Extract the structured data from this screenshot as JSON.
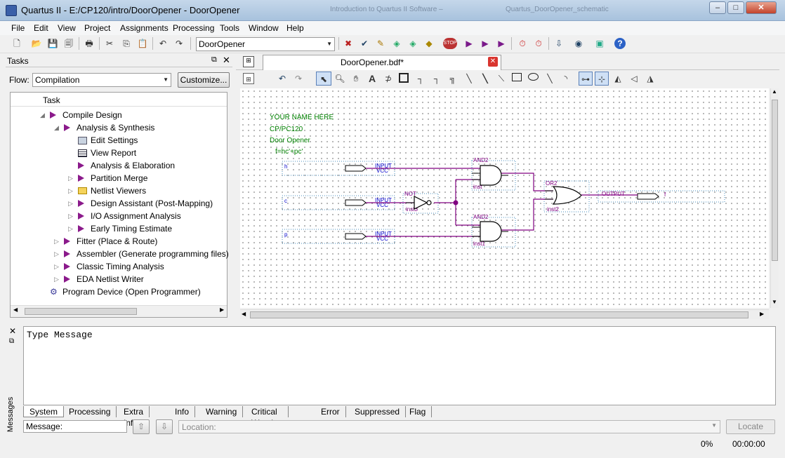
{
  "window": {
    "title": "Quartus II - E:/CP120/intro/DoorOpener - DoorOpener",
    "ghost_tab_1": "Introduction to Quartus II Software –",
    "ghost_tab_2": "Quartus_DoorOpener_schematic",
    "minimize": "–",
    "maximize": "□",
    "close": "✕"
  },
  "menu": [
    "File",
    "Edit",
    "View",
    "Project",
    "Assignments",
    "Processing",
    "Tools",
    "Window",
    "Help"
  ],
  "toolbar": {
    "project_combo": "DoorOpener",
    "icons": [
      "new-icon",
      "open-icon",
      "save-icon",
      "save-all-icon",
      "print-icon",
      "cut-icon",
      "copy-icon",
      "paste-icon",
      "undo-icon",
      "redo-icon",
      "pin-planner-icon",
      "assignment-editor-icon",
      "settings-icon",
      "chip-planner-icon",
      "compile-check-icon",
      "analyze-icon",
      "stop-icon",
      "start-compilation-icon",
      "start-analysis-icon",
      "start-timing-icon",
      "timing-analyzer-icon",
      "power-analyzer-icon",
      "programmer-icon",
      "chip-icon",
      "signaltap-icon",
      "help-icon"
    ]
  },
  "tasks_panel": {
    "title": "Tasks",
    "flow_label": "Flow:",
    "flow_value": "Compilation",
    "customize": "Customize...",
    "column_header": "Task",
    "items": [
      {
        "label": "Compile Design",
        "indent": 0,
        "expander": "◢",
        "icon": "play"
      },
      {
        "label": "Analysis & Synthesis",
        "indent": 1,
        "expander": "◢",
        "icon": "play"
      },
      {
        "label": "Edit Settings",
        "indent": 2,
        "expander": "",
        "icon": "settings"
      },
      {
        "label": "View Report",
        "indent": 2,
        "expander": "",
        "icon": "report"
      },
      {
        "label": "Analysis & Elaboration",
        "indent": 2,
        "expander": "",
        "icon": "play"
      },
      {
        "label": "Partition Merge",
        "indent": 2,
        "expander": "▷",
        "icon": "play"
      },
      {
        "label": "Netlist Viewers",
        "indent": 2,
        "expander": "▷",
        "icon": "folder"
      },
      {
        "label": "Design Assistant (Post-Mapping)",
        "indent": 2,
        "expander": "▷",
        "icon": "play"
      },
      {
        "label": "I/O Assignment Analysis",
        "indent": 2,
        "expander": "▷",
        "icon": "play"
      },
      {
        "label": "Early Timing Estimate",
        "indent": 2,
        "expander": "▷",
        "icon": "play"
      },
      {
        "label": "Fitter (Place & Route)",
        "indent": 1,
        "expander": "▷",
        "icon": "play"
      },
      {
        "label": "Assembler (Generate programming files)",
        "indent": 1,
        "expander": "▷",
        "icon": "play"
      },
      {
        "label": "Classic Timing Analysis",
        "indent": 1,
        "expander": "▷",
        "icon": "play"
      },
      {
        "label": "EDA Netlist Writer",
        "indent": 1,
        "expander": "▷",
        "icon": "play"
      },
      {
        "label": "Program Device (Open Programmer)",
        "indent": 0,
        "expander": "",
        "icon": "programmer"
      }
    ]
  },
  "document": {
    "tab_label": "DoorOpener.bdf*",
    "close": "✕",
    "header_text": [
      "YOUR NAME HERE",
      "CP/PC120",
      "Door Opener",
      "f=hc'+pc'"
    ],
    "pins": [
      {
        "name": "h",
        "type": "INPUT",
        "vcc": "VCC"
      },
      {
        "name": "c",
        "type": "INPUT",
        "vcc": "VCC"
      },
      {
        "name": "p",
        "type": "INPUT",
        "vcc": "VCC"
      }
    ],
    "gates": [
      {
        "type": "AND2",
        "inst": "inst"
      },
      {
        "type": "NOT",
        "inst": "inst3"
      },
      {
        "type": "AND2",
        "inst": "inst1"
      },
      {
        "type": "OR2",
        "inst": "inst2"
      }
    ],
    "output": {
      "type": "OUTPUT",
      "name": "f"
    }
  },
  "messages": {
    "side_label": "Messages",
    "columns": "Type Message",
    "tabs": [
      "System",
      "Processing",
      "Extra Info",
      "Info",
      "Warning",
      "Critical Warning",
      "Error",
      "Suppressed",
      "Flag"
    ],
    "message_label": "Message:",
    "location_placeholder": "Location:",
    "locate": "Locate"
  },
  "status": {
    "progress": "0%",
    "time": "00:00:00"
  },
  "colors": {
    "wire": "#800080",
    "pin_text": "#0000cc",
    "note_text": "#008000"
  }
}
